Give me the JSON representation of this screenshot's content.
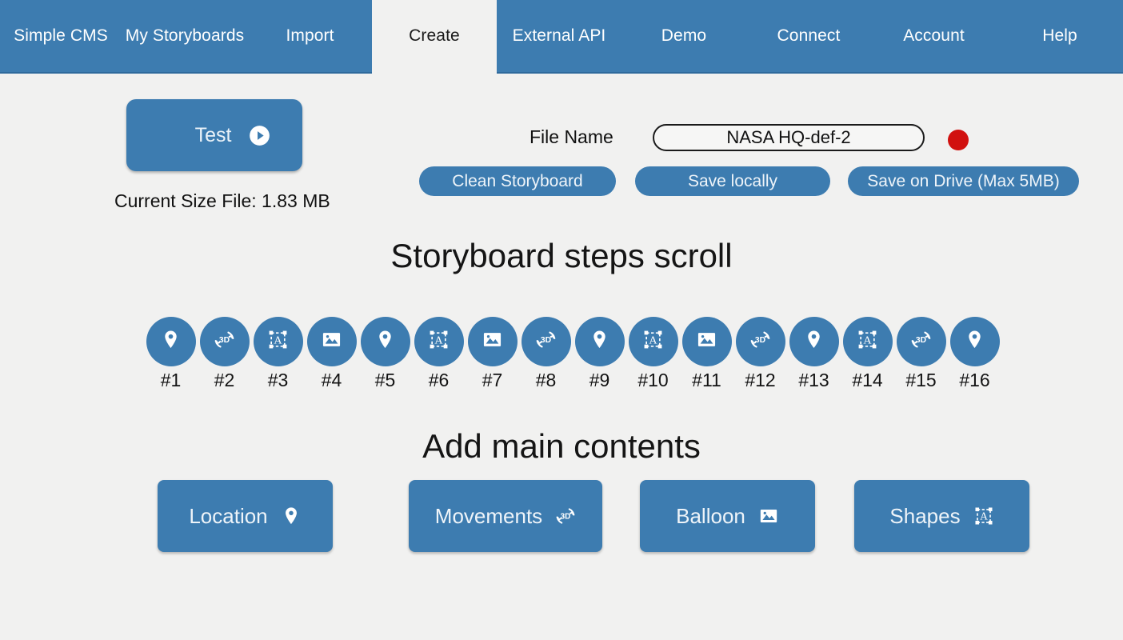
{
  "app": {
    "title": "Simple CMS",
    "bg_color": "#f1f1f0",
    "accent_color": "#3d7cb0",
    "rec_color": "#d1110f"
  },
  "navbar": {
    "items": [
      {
        "label": "Simple CMS",
        "active": false,
        "width": 152
      },
      {
        "label": "My Storyboards",
        "active": false,
        "width": 158
      },
      {
        "label": "Import",
        "active": false,
        "width": 155
      },
      {
        "label": "Create",
        "active": true,
        "width": 156
      },
      {
        "label": "External API",
        "active": false,
        "width": 156
      },
      {
        "label": "Demo",
        "active": false,
        "width": 156
      },
      {
        "label": "Connect",
        "active": false,
        "width": 156
      },
      {
        "label": "Account",
        "active": false,
        "width": 157
      },
      {
        "label": "Help",
        "active": false,
        "width": 158
      }
    ]
  },
  "toolbar": {
    "test_label": "Test",
    "test_icon": "play-circle-icon",
    "size_label": "Current Size File:  1.83 MB",
    "file_name_label": "File Name",
    "file_name_value": "NASA HQ-def-2",
    "file_name_placeholder": "File Name",
    "rec_indicator": "record-dot",
    "clean_label": "Clean Storyboard",
    "save_local_label": "Save locally",
    "save_drive_label": "Save on Drive (Max 5MB)"
  },
  "steps_section": {
    "heading": "Storyboard steps scroll",
    "steps": [
      {
        "label": "#1",
        "icon": "location-pin-icon"
      },
      {
        "label": "#2",
        "icon": "rotate-3d-icon"
      },
      {
        "label": "#3",
        "icon": "shape-a-icon"
      },
      {
        "label": "#4",
        "icon": "image-icon"
      },
      {
        "label": "#5",
        "icon": "location-pin-icon"
      },
      {
        "label": "#6",
        "icon": "shape-a-icon"
      },
      {
        "label": "#7",
        "icon": "image-icon"
      },
      {
        "label": "#8",
        "icon": "rotate-3d-icon"
      },
      {
        "label": "#9",
        "icon": "location-pin-icon"
      },
      {
        "label": "#10",
        "icon": "shape-a-icon"
      },
      {
        "label": "#11",
        "icon": "image-icon"
      },
      {
        "label": "#12",
        "icon": "rotate-3d-icon"
      },
      {
        "label": "#13",
        "icon": "location-pin-icon"
      },
      {
        "label": "#14",
        "icon": "shape-a-icon"
      },
      {
        "label": "#15",
        "icon": "rotate-3d-icon"
      },
      {
        "label": "#16",
        "icon": "location-pin-icon"
      }
    ]
  },
  "contents_section": {
    "heading": "Add main contents",
    "buttons": [
      {
        "label": "Location",
        "icon": "location-pin-icon"
      },
      {
        "label": "Movements",
        "icon": "rotate-3d-icon"
      },
      {
        "label": "Balloon",
        "icon": "image-icon"
      },
      {
        "label": "Shapes",
        "icon": "shape-a-icon"
      }
    ]
  }
}
